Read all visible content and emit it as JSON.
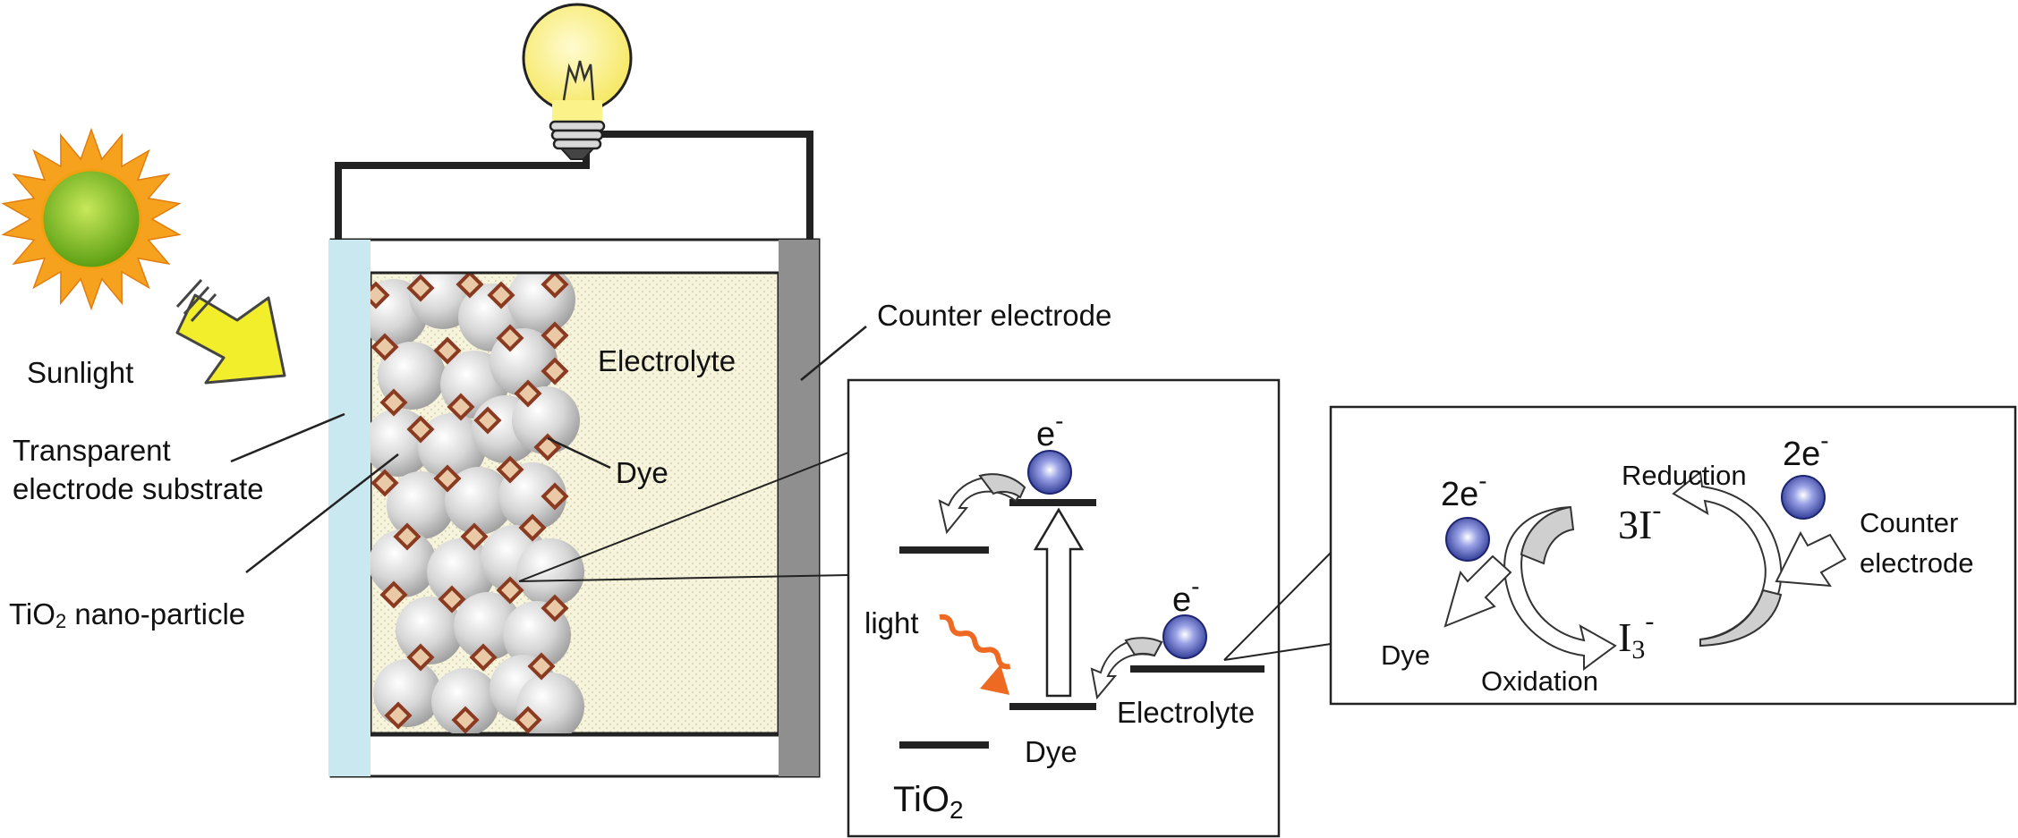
{
  "labels": {
    "sunlight": "Sunlight",
    "transparent_line1": "Transparent",
    "transparent_line2": "electrode substrate",
    "tio2_prefix": "TiO",
    "tio2_sub": "2",
    "tio2_suffix": " nano-particle",
    "counter_electrode": "Counter electrode",
    "electrolyte": "Electrolyte",
    "dye": "Dye"
  },
  "energy_diagram": {
    "electron": "e",
    "minus": "-",
    "light": "light",
    "dye": "Dye",
    "electrolyte": "Electrolyte",
    "tio2_main": "TiO",
    "tio2_sub": "2"
  },
  "redox_diagram": {
    "two_e": "2e",
    "minus": "-",
    "reduction": "Reduction",
    "oxidation": "Oxidation",
    "dye": "Dye",
    "counter_line1": "Counter",
    "counter_line2": "electrode",
    "i3_prefix": "3I",
    "i3_sub_main": "I",
    "i3_sub": "3"
  },
  "colors": {
    "sun_core": "#7bbf1c",
    "sun_rays": "#f6a21e",
    "sunlight_arrow": "#f2ee2c",
    "bulb": "#fbf28a",
    "transparent_electrode": "#c9e8f0",
    "counter_electrode": "#8f8f8f",
    "electrolyte_fill": "#f4f2d8",
    "particle": "#c8c8c8",
    "dye_marker": "#8b3a22",
    "light_wave": "#ee6a22",
    "electron": "#3a46a8",
    "curved_arrow": "#cfcfcf"
  }
}
